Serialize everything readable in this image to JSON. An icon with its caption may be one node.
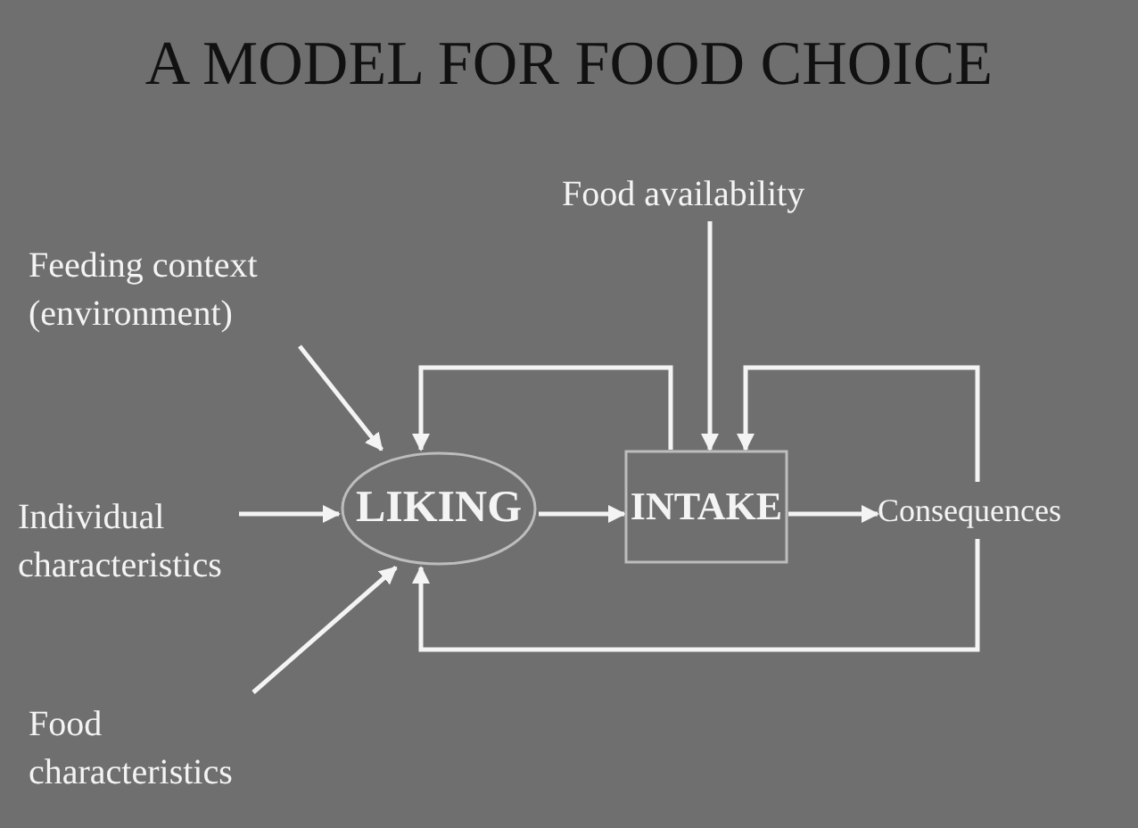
{
  "diagram": {
    "title": "A MODEL FOR FOOD CHOICE",
    "nodes": [
      {
        "text": [
          "Food availability"
        ]
      },
      {
        "text": [
          "Feeding context (environment)"
        ]
      },
      {
        "text": [
          "LIKING"
        ]
      },
      {
        "text": [
          "INTAKE"
        ]
      },
      {
        "text": [
          "Consequences"
        ]
      },
      {
        "text": [
          "Individual characteristics"
        ]
      },
      {
        "text": [
          "Food characteristics"
        ]
      }
    ],
    "edges": [
      {
        "from": 0,
        "to": 3,
        "arrow": "to"
      },
      {
        "from": 1,
        "to": 2,
        "arrow": "to"
      },
      {
        "from": 5,
        "to": 2,
        "arrow": "to"
      },
      {
        "from": 2,
        "to": 3,
        "arrow": "to"
      },
      {
        "from": 3,
        "to": 4,
        "arrow": "to"
      },
      {
        "from": 3,
        "to": 2,
        "arrow": "to"
      },
      {
        "from": 4,
        "to": 3,
        "arrow": "to"
      },
      {
        "from": 4,
        "to": 2,
        "arrow": "to"
      },
      {
        "from": 6,
        "to": 2,
        "arrow": "to"
      }
    ]
  }
}
